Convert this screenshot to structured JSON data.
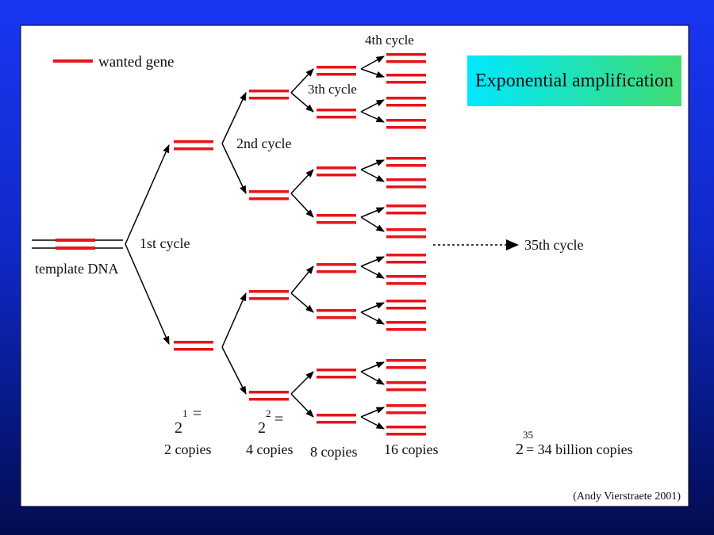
{
  "diagram": {
    "legend_label": "wanted gene",
    "title_box": "Exponential amplification",
    "template_label": "template DNA",
    "cycles": {
      "first": "1st cycle",
      "second": "2nd cycle",
      "third": "3th cycle",
      "fourth": "4th cycle",
      "final": "35th cycle"
    },
    "counts": {
      "c2_base": "2",
      "c2_exp": "1",
      "c2_eq": "=",
      "c2_text": "2 copies",
      "c4_base": "2",
      "c4_exp": "2",
      "c4_eq": "=",
      "c4_text": "4 copies",
      "c8_text": "8 copies",
      "c16_text": "16 copies",
      "c35_base": "2",
      "c35_exp": "35",
      "c35_text": "= 34 billion copies"
    },
    "credit": "(Andy Vierstraete 2001)",
    "colors": {
      "gene": "#e8141b",
      "title_box_from": "#00e5ff",
      "title_box_to": "#39d97a",
      "panel": "#ffffff"
    }
  }
}
